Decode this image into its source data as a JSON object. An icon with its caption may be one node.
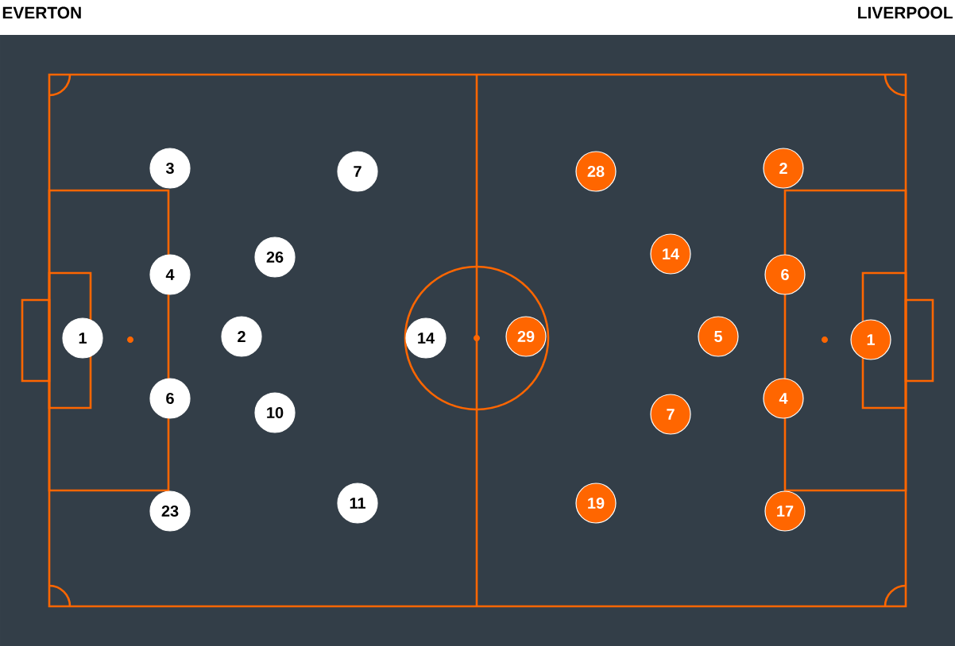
{
  "diagram": {
    "nodes": [
      {
        "text": [
          "1"
        ]
      },
      {
        "text": [
          "3"
        ]
      },
      {
        "text": [
          "4"
        ]
      },
      {
        "text": [
          "6"
        ]
      },
      {
        "text": [
          "23"
        ]
      },
      {
        "text": [
          "2"
        ]
      },
      {
        "text": [
          "26"
        ]
      },
      {
        "text": [
          "10"
        ]
      },
      {
        "text": [
          "7"
        ]
      },
      {
        "text": [
          "11"
        ]
      },
      {
        "text": [
          "14"
        ]
      },
      {
        "text": [
          "29"
        ]
      },
      {
        "text": [
          "28"
        ]
      },
      {
        "text": [
          "19"
        ]
      },
      {
        "text": [
          "14"
        ]
      },
      {
        "text": [
          "7"
        ]
      },
      {
        "text": [
          "5"
        ]
      },
      {
        "text": [
          "2"
        ]
      },
      {
        "text": [
          "6"
        ]
      },
      {
        "text": [
          "4"
        ]
      },
      {
        "text": [
          "17"
        ]
      },
      {
        "text": [
          "1"
        ]
      }
    ],
    "labels": [
      "EVERTON",
      "LIVERPOOL"
    ]
  }
}
